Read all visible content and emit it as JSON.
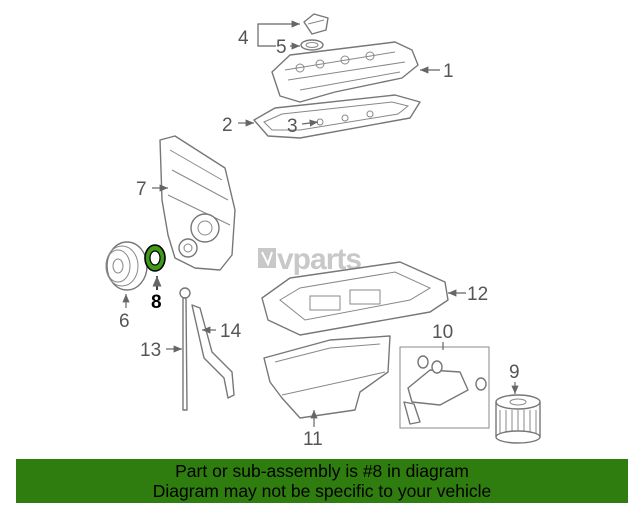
{
  "watermark": "vparts",
  "callouts": {
    "c1": "1",
    "c2": "2",
    "c3": "3",
    "c4": "4",
    "c5": "5",
    "c6": "6",
    "c7": "7",
    "c8": "8",
    "c9": "9",
    "c10": "10",
    "c11": "11",
    "c12": "12",
    "c13": "13",
    "c14": "14"
  },
  "highlight_part": "8",
  "colors": {
    "highlight_seal": "#3f9a1a",
    "banner": "#2e7d0e"
  },
  "banner": {
    "line1": "Part or sub-assembly is #8 in diagram",
    "line2": "Diagram may not be specific to your vehicle"
  }
}
